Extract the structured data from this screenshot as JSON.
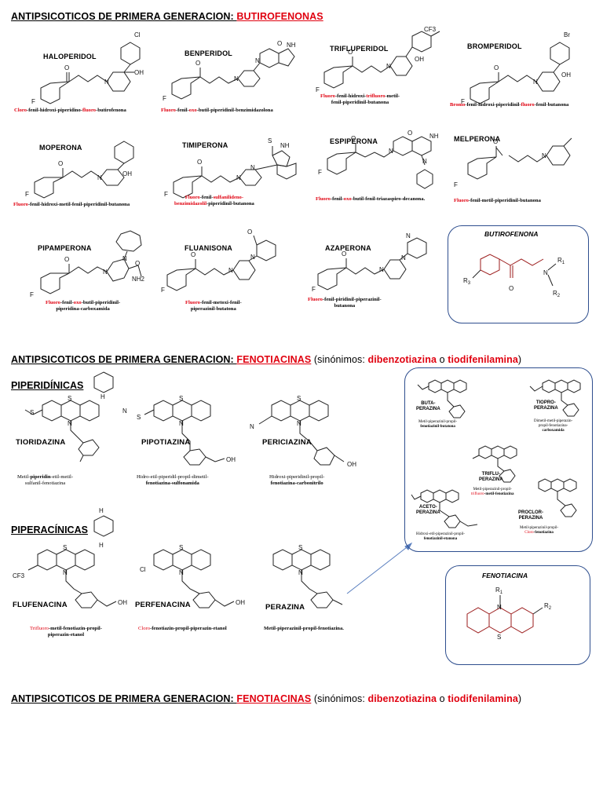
{
  "sections": {
    "butiro": {
      "prefix": "ANTIPSICOTICOS DE PRIMERA GENERACION: ",
      "group": "BUTIROFENONAS"
    },
    "feno": {
      "prefix": "ANTIPSICOTICOS DE PRIMERA GENERACION: ",
      "group": "FENOTIACINAS",
      "syn_open": " (sinónimos: ",
      "syn1": "dibenzotiazina",
      "syn_or": " o ",
      "syn2": "tiodifenilamina",
      "syn_close": ")"
    },
    "feno2": {
      "prefix": "ANTIPSICOTICOS DE PRIMERA GENERACION: ",
      "group": "FENOTIACINAS",
      "syn_open": " (sinónimos: ",
      "syn1": "dibenzotiazina",
      "syn_or": " o ",
      "syn2": "tiodifenilamina",
      "syn_close": ")"
    },
    "piperidinicas": "PIPERIDÍNICAS",
    "piperacinicas": "PIPERACÍNICAS"
  },
  "butirofenonas": {
    "haloperidol": {
      "name": "HALOPERIDOL",
      "cap_r1": "Cloro",
      "cap_b1": "-fenil-hidroxi-piperidino-",
      "cap_r2": "fluoro",
      "cap_b2": "-butirofenona"
    },
    "benperidol": {
      "name": "BENPERIDOL",
      "cap_r1": "Fluoro",
      "cap_b1": "-fenil-",
      "cap_r2": "oxo",
      "cap_b2": "-butil-piperidinil-benzimidazolona"
    },
    "trifluperidol": {
      "name": "TRIFLUPERIDOL",
      "cap_r1": "Fluoro",
      "cap_b1": "-fenil-hidroxi-",
      "cap_r2": "trifluoro",
      "cap_b2": "-metil-",
      "cap_line2": "fenil-piperidinil-butanona"
    },
    "bromperidol": {
      "name": "BROMPERIDOL",
      "cap_r1": "Bromo",
      "cap_b1": "-fenil-hidroxi-piperidinil-",
      "cap_r2": "fluoro",
      "cap_b2": "-fenil-butanona"
    },
    "moperona": {
      "name": "MOPERONA",
      "cap_r1": "Fluoro",
      "cap_b1": "-fenil-hidroxi-metil-fenil-piperidinil-butanona"
    },
    "timiperona": {
      "name": "TIMIPERONA",
      "cap_r1": "Fluoro",
      "cap_b1": "-fenil-",
      "cap_r2": "sulfanilideno-",
      "cap_r3": "benzimidazolil",
      "cap_b2": "-piperidinil-butanona"
    },
    "espiperona": {
      "name": "ESPIPERONA",
      "cap_r1": "Fluoro",
      "cap_b1": "-fenil-",
      "cap_r2": "oxo",
      "cap_b2": "-butil-fenil-triazaspiro-decanona."
    },
    "melperona": {
      "name": "MELPERONA",
      "cap_r1": "Fluoro",
      "cap_b1": "-fenil-metil-piperidinil-butanona"
    },
    "pipamperona": {
      "name": "PIPAMPERONA",
      "cap_r1": "Fluoro",
      "cap_b1": "-fenil-",
      "cap_r2": "oxo",
      "cap_b2": "-butil-piperidinil-",
      "cap_line2": "piperidina-carboxamida"
    },
    "fluanisona": {
      "name": "FLUANISONA",
      "cap_r1": "Fluoro",
      "cap_b1": "-fenil-metoxi-fenil-",
      "cap_line2": "piperazinil-butatona"
    },
    "azaperona": {
      "name": "AZAPERONA",
      "cap_r1": "Fluoro",
      "cap_b1": "-fenil-piridinil-piperazinil-",
      "cap_line2": "butanona"
    },
    "box_title": "BUTIROFENONA"
  },
  "atoms": {
    "cl": "Cl",
    "f": "F",
    "oh": "OH",
    "n": "N",
    "o": "O",
    "s": "S",
    "hn": "HN",
    "nh": "NH",
    "h": "H",
    "br": "Br",
    "cf3": "CF3",
    "nh2": "NH2",
    "r1": "R",
    "r2": "R",
    "r3": "R",
    "one": "1",
    "two": "2",
    "three": "3"
  },
  "piperidinicas": {
    "tioridazina": {
      "name": "TIORIDAZINA",
      "cap_a": "Metil-",
      "cap_b": "piperidin",
      "cap_c": "-etil-metil-",
      "cap_line2": "sulfanil-fenotiazina"
    },
    "pipotiazina": {
      "name": "PIPOTIAZINA",
      "cap_a": "Hidro-etil-piperidil-propil-dimetil-",
      "cap_line2": "fenotiazina-sulfonamida"
    },
    "periciazina": {
      "name": "PERICIAZINA",
      "cap_a": "Hidroxi-piperidinil-propil-",
      "cap_line2": "fenotiazina-carbonitrilo"
    }
  },
  "piperacinicas": {
    "flufenacina": {
      "name": "FLUFENACINA",
      "cap_r": "Trifluoro",
      "cap_b": "-metil-fenotiazin-propil-",
      "cap_line2": "piperazin-etanol"
    },
    "perfenacina": {
      "name": "PERFENACINA",
      "cap_r": "Cloro",
      "cap_b": "-fenotiazin-propil-piperazin-etanol"
    },
    "perazina": {
      "name": "PERAZINA",
      "cap_b": "Metil-piperazinil-propil-fenotiazina."
    }
  },
  "right_box": {
    "butaperazina": {
      "name1": "BUTA-",
      "name2": "PERAZINA",
      "cap1": "Metil-piperazinil-propil-",
      "cap2": "fenotiazinil-butatona"
    },
    "tioproperazina": {
      "name1": "TIOPRO-",
      "name2": "PERAZINA",
      "cap1": "Dimetil-metil-piperazin-",
      "cap2": "propil-fenotiazina-",
      "cap3": "carboxamida"
    },
    "trifluperazina": {
      "name1": "TRIFLU-",
      "name2": "PERAZINA",
      "cap1": "Metil-piperazinil-propil-",
      "cap2r": "trifluoro",
      "cap2b": "-metil-fenotiazina"
    },
    "acetoperazina": {
      "name1": "ACETO-",
      "name2": "PERAZINA",
      "cap1": "Hidroxi-etil-piperazinil-propil-",
      "cap2": "fenotiazinil-etanona"
    },
    "proclorperazina": {
      "name1": "PROCLOR-",
      "name2": "PERAZINA",
      "cap1": "Metil-piperazinil-propil-",
      "cap2r": "Cloro",
      "cap2b": "-fenotiazina"
    }
  },
  "fenotiacina_box": {
    "title": "FENOTIACINA"
  },
  "colors": {
    "accent_red": "#e0000f",
    "box_border": "#2e4e8e",
    "scaffold_red": "#9b1b1b"
  }
}
